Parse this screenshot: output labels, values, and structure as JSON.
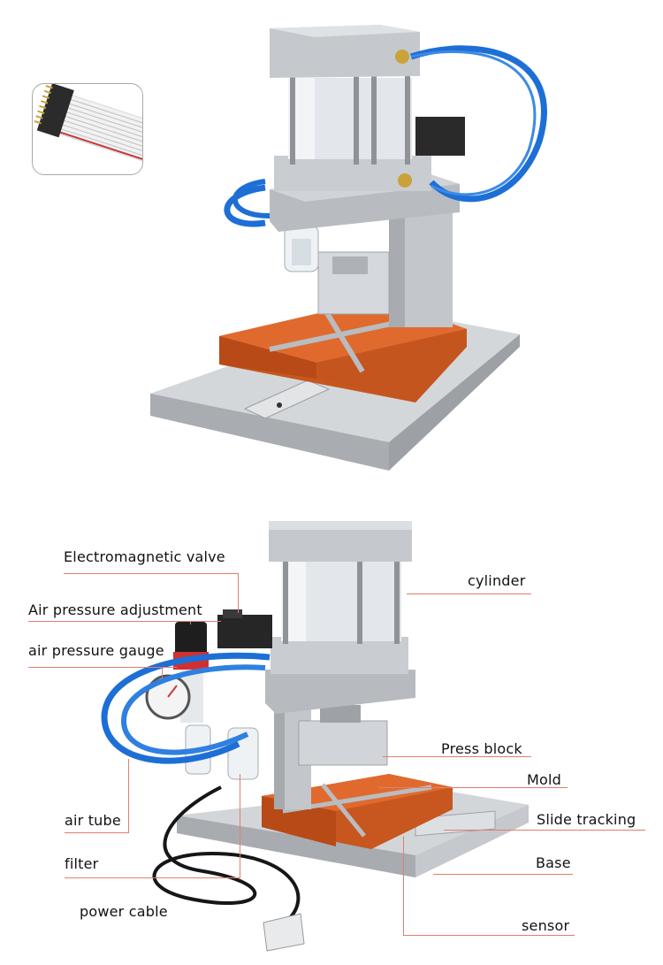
{
  "callouts": {
    "electromagnetic_valve": "Electromagnetic valve",
    "air_pressure_adjustment": "Air pressure adjustment",
    "air_pressure_gauge": "air pressure gauge",
    "air_tube": "air tube",
    "filter": "filter",
    "power_cable": "power cable",
    "cylinder": "cylinder",
    "press_block": "Press block",
    "mold": "Mold",
    "slide_tracking": "Slide tracking",
    "base": "Base",
    "sensor": "sensor"
  },
  "colors": {
    "leader_line": "#e37d6f",
    "mold_orange": "#d9622b",
    "air_tube_blue": "#1d6fd6",
    "metal": "#c9ccd0"
  },
  "icons": {
    "inset": "ribbon-cable-connector"
  }
}
